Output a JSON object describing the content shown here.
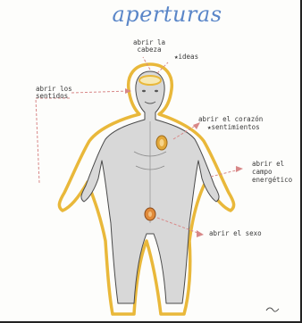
{
  "title": "aperturas",
  "labels": {
    "head_line1": "abrir la",
    "head_line2": "cabeza",
    "ideas": "★ideas",
    "senses_line1": "abrir los",
    "senses_line2": "sentidos",
    "heart_line1": "abrir el corazón",
    "heart_line2": "★sentimientos",
    "field_line1": "abrir el",
    "field_line2": "campo",
    "field_line3": "energético",
    "sex": "abrir el sexo"
  },
  "colors": {
    "title": "#5a86c8",
    "outline": "#e9b83a",
    "body_fill": "#d8d8d8",
    "arrow": "#d88888",
    "heart": "#e2a83a"
  }
}
